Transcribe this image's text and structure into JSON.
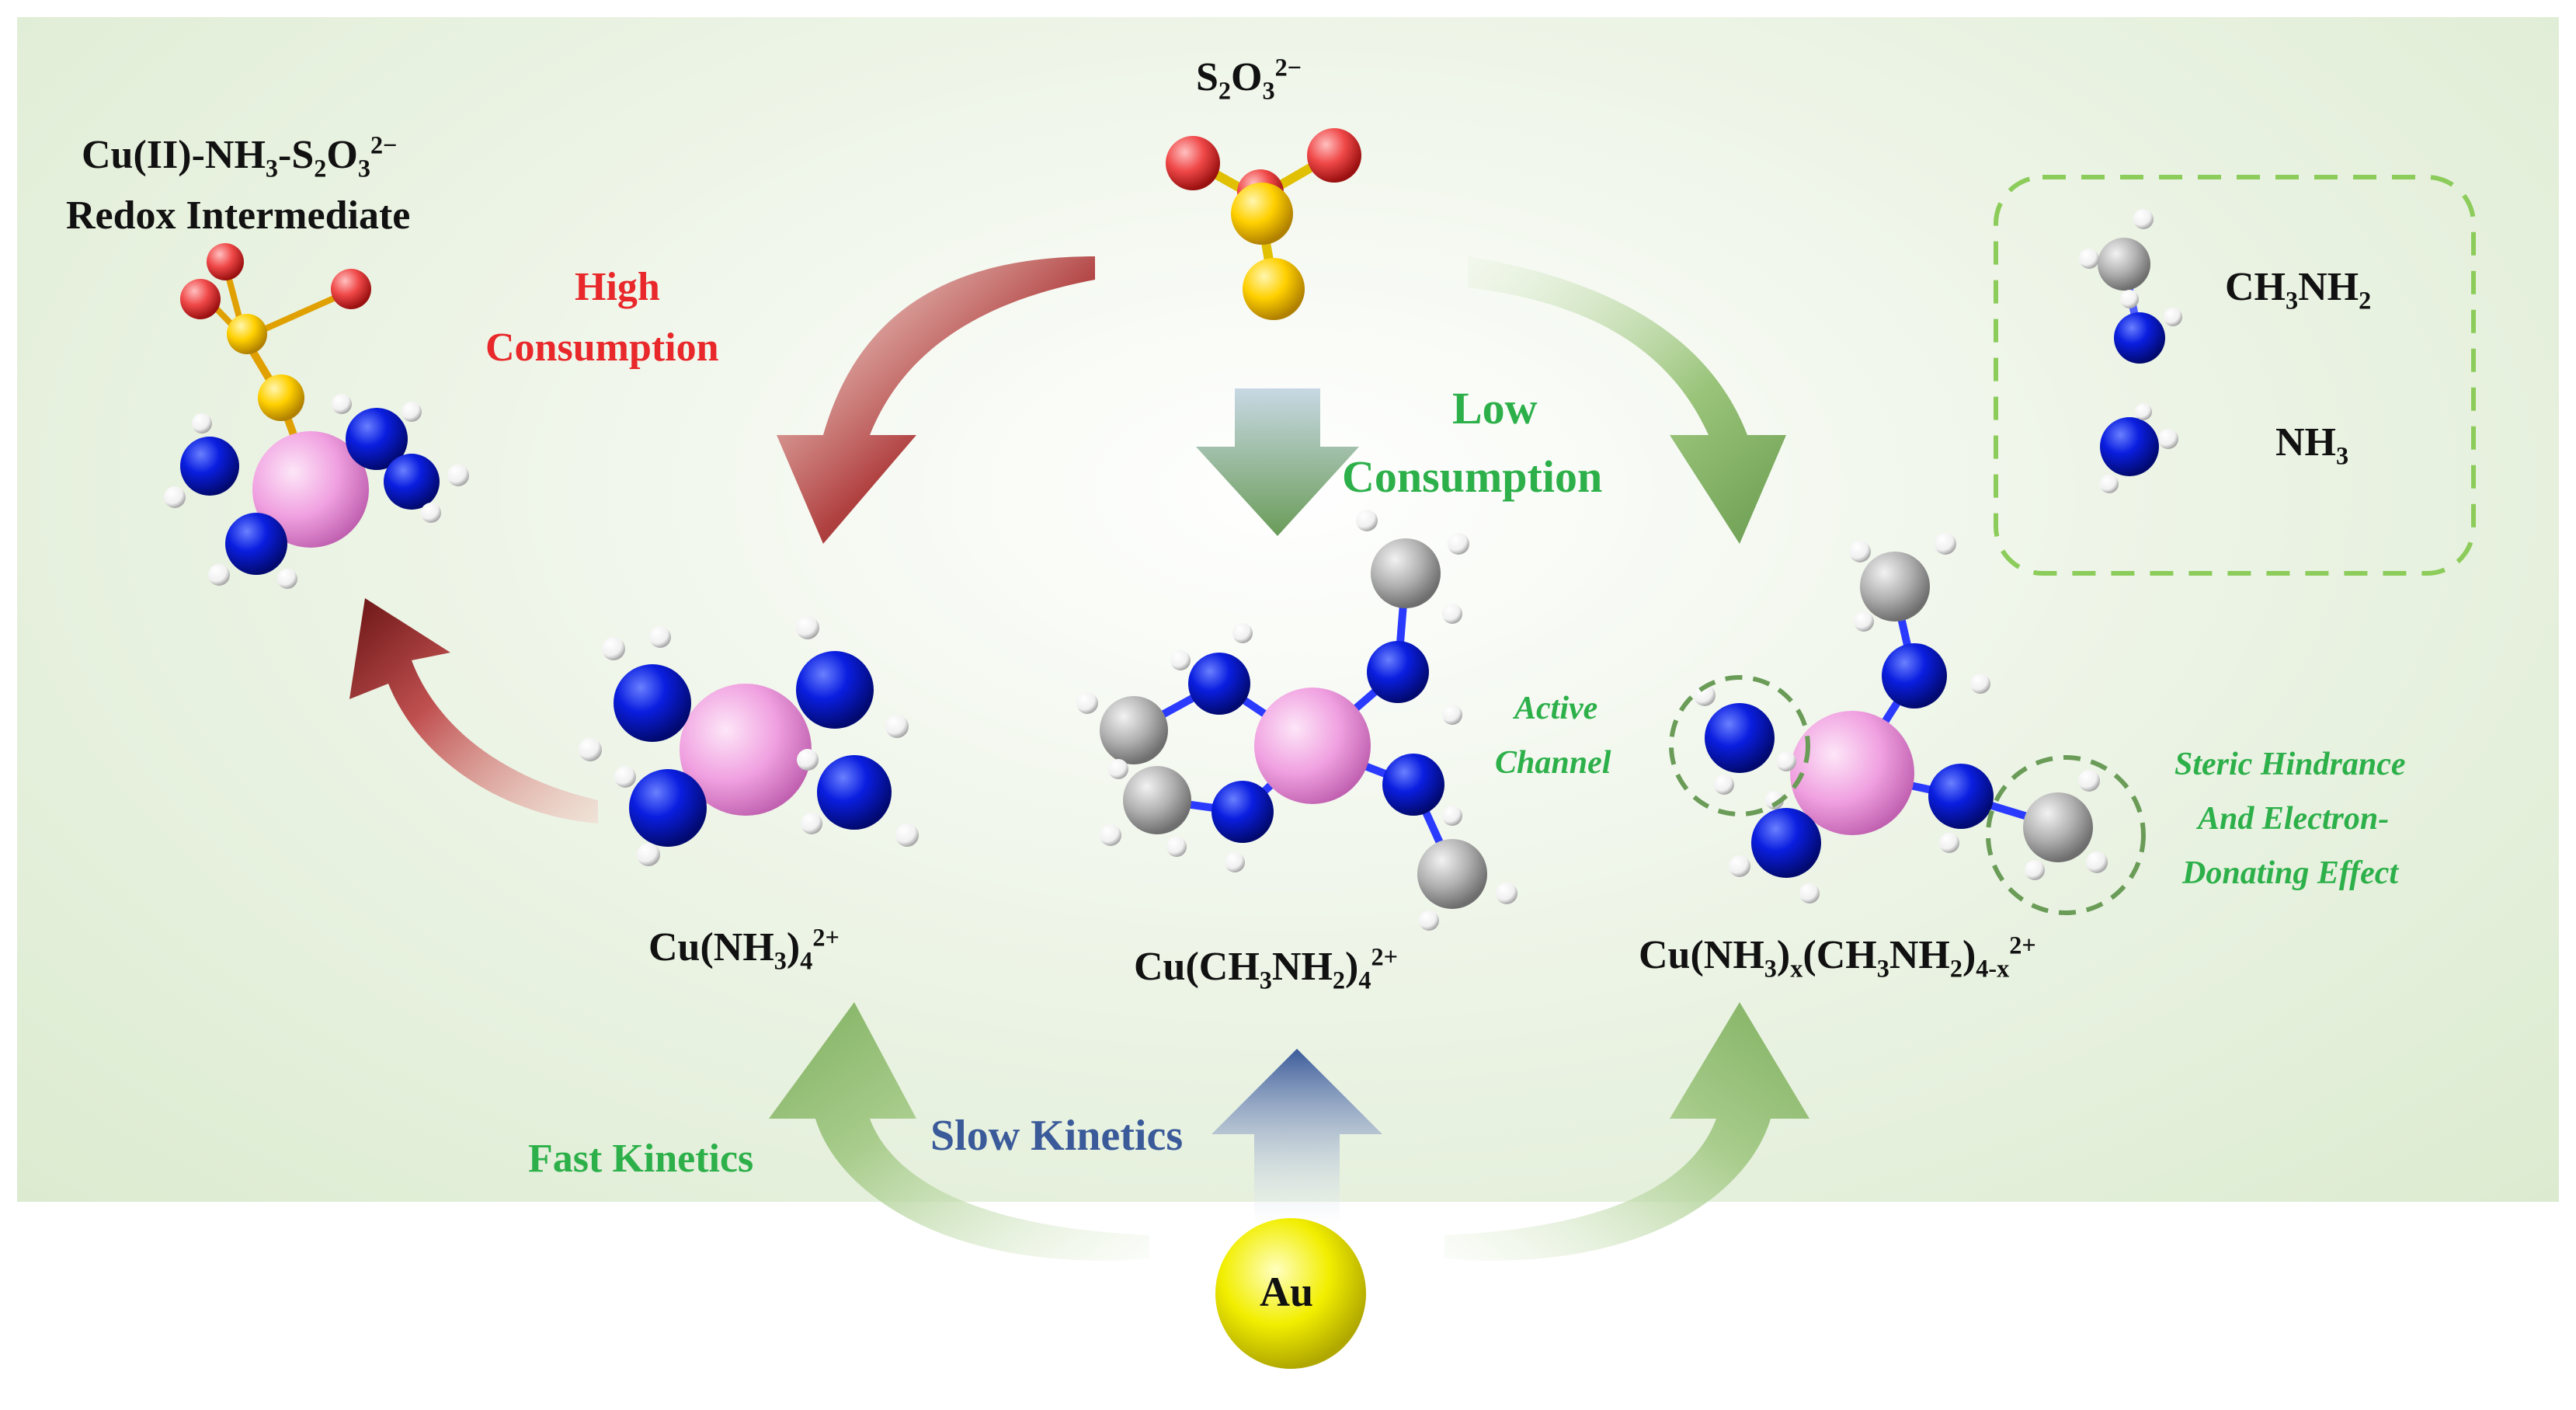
{
  "labels": {
    "thiosulfate": {
      "main": "S",
      "sub1": "2",
      "mid": "O",
      "sub2": "3",
      "sup": "2−"
    },
    "intermediate": {
      "line1_prefix": "Cu(II)-NH",
      "line1_sub1": "3",
      "line1_mid": "-S",
      "line1_sub2": "2",
      "line1_o": "O",
      "line1_sub3": "3",
      "line1_sup": "2−",
      "line2": "Redox Intermediate"
    },
    "high_consumption": [
      "High",
      "Consumption"
    ],
    "low_consumption": [
      "Low",
      "Consumption"
    ],
    "legend": {
      "ch3nh2": {
        "a": "CH",
        "s1": "3",
        "b": "NH",
        "s2": "2"
      },
      "nh3": {
        "a": "NH",
        "s1": "3"
      }
    },
    "active_channel": [
      "Active",
      "Channel"
    ],
    "steric": [
      "Steric Hindrance",
      "And Electron-",
      "Donating Effect"
    ],
    "complex_nh3": {
      "a": "Cu(NH",
      "s1": "3",
      "b": ")",
      "s2": "4",
      "sup": "2+"
    },
    "complex_ch3nh2": {
      "a": "Cu(CH",
      "s1": "3",
      "b": "NH",
      "s2": "2",
      "c": ")",
      "s3": "4",
      "sup": "2+"
    },
    "complex_mixed": {
      "a": "Cu(NH",
      "s1": "3",
      "b": ")",
      "s2": "x",
      "c": "(CH",
      "s3": "3",
      "d": "NH",
      "s4": "2",
      "e": ")",
      "s5": "4-x",
      "sup": "2+"
    },
    "fast_kinetics": "Fast Kinetics",
    "slow_kinetics": "Slow Kinetics",
    "gold": "Au"
  },
  "colors": {
    "cu": "#f0a0e0",
    "n": "#0a1ee0",
    "c": "#b0b0b0",
    "h": "#f5f5f5",
    "s": "#ffd000",
    "o": "#f04848",
    "au": "#f2ee00",
    "high_arrow": "#7a1a1a",
    "low_arrow": "#8ab870",
    "slow_arrow": "#3a5a9a",
    "legend_border": "#8ccc5a"
  }
}
